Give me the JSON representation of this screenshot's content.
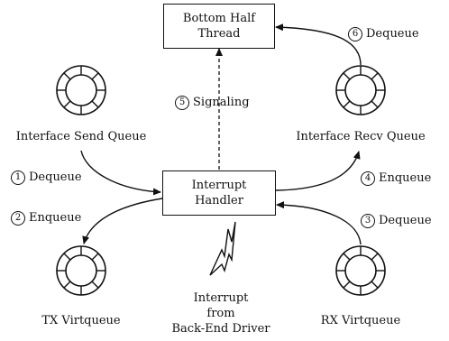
{
  "nodes": {
    "bottom_half": {
      "line1": "Bottom Half",
      "line2": "Thread"
    },
    "interrupt_handler": {
      "line1": "Interrupt",
      "line2": "Handler"
    },
    "send_queue": {
      "label": "Interface Send Queue"
    },
    "recv_queue": {
      "label": "Interface Recv Queue"
    },
    "tx_virtqueue": {
      "label": "TX Virtqueue"
    },
    "rx_virtqueue": {
      "label": "RX Virtqueue"
    },
    "interrupt_source": {
      "line1": "Interrupt",
      "line2": "from",
      "line3": "Back-End Driver"
    }
  },
  "edges": [
    {
      "num": "1",
      "label": "Dequeue"
    },
    {
      "num": "2",
      "label": "Enqueue"
    },
    {
      "num": "3",
      "label": "Dequeue"
    },
    {
      "num": "4",
      "label": "Enqueue"
    },
    {
      "num": "5",
      "label": "Signaling"
    },
    {
      "num": "6",
      "label": "Dequeue"
    }
  ]
}
